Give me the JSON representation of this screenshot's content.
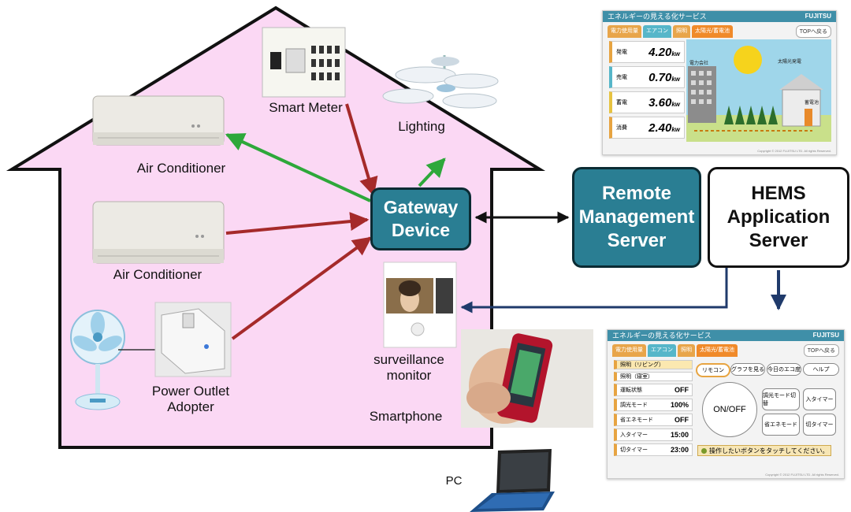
{
  "labels": {
    "smart_meter": "Smart Meter",
    "lighting": "Lighting",
    "air_conditioner_1": "Air Conditioner",
    "air_conditioner_2": "Air Conditioner",
    "power_outlet_line1": "Power Outlet",
    "power_outlet_line2": "Adopter",
    "surveillance_line1": "surveillance",
    "surveillance_line2": "monitor",
    "smartphone": "Smartphone",
    "pc": "PC"
  },
  "boxes": {
    "gateway_line1": "Gateway",
    "gateway_line2": "Device",
    "remote_line1": "Remote",
    "remote_line2": "Management",
    "remote_line3": "Server",
    "hems_line1": "HEMS",
    "hems_line2": "Application",
    "hems_line3": "Server"
  },
  "screen1": {
    "title": "エネルギーの見える化サービス",
    "brand": "FUJITSU",
    "tabs": [
      "電力使用量",
      "エアコン",
      "照明",
      "太陽光/蓄電池",
      "TOPへ戻る"
    ],
    "metrics": [
      {
        "label": "発電",
        "value": "4.20",
        "unit": "kw"
      },
      {
        "label": "売電",
        "value": "0.70",
        "unit": "kw"
      },
      {
        "label": "蓄電",
        "value": "3.60",
        "unit": "kw"
      },
      {
        "label": "消費",
        "value": "2.40",
        "unit": "kw"
      }
    ],
    "scene_labels": [
      "電力会社",
      "太陽光発電",
      "蓄電池"
    ],
    "copyright": "Copyright © 2012 FUJITSU LTD. All rights Reserved."
  },
  "screen2": {
    "title": "エネルギーの見える化サービス",
    "brand": "FUJITSU",
    "tabs": [
      "電力使用量",
      "エアコン",
      "照明",
      "太陽光/蓄電池",
      "TOPへ戻る"
    ],
    "header_rows": [
      "照明（リビング）",
      "照明（寝室）"
    ],
    "rows": [
      {
        "label": "運転状態",
        "value": "OFF"
      },
      {
        "label": "調光モード",
        "value": "100%"
      },
      {
        "label": "省エネモード",
        "value": "OFF"
      },
      {
        "label": "入タイマー",
        "value": "15:00"
      },
      {
        "label": "切タイマー",
        "value": "23:00"
      }
    ],
    "top_buttons": [
      "リモコン",
      "グラフを見る",
      "今日のエコ度",
      "ヘルプ"
    ],
    "on_off": "ON/OFF",
    "buttons": [
      "調光モード切替",
      "入タイマー",
      "省エネモード",
      "切タイマー"
    ],
    "message": "操作したいボタンをタッチしてください。",
    "copyright": "Copyright © 2012 FUJITSU LTD. All rights Reserved."
  },
  "colors": {
    "house_fill": "#fbd8f4",
    "box_teal": "#2a7e93",
    "arrow_red": "#a52a2a",
    "arrow_green": "#2ea83a",
    "arrow_navy": "#1f3a6b"
  }
}
